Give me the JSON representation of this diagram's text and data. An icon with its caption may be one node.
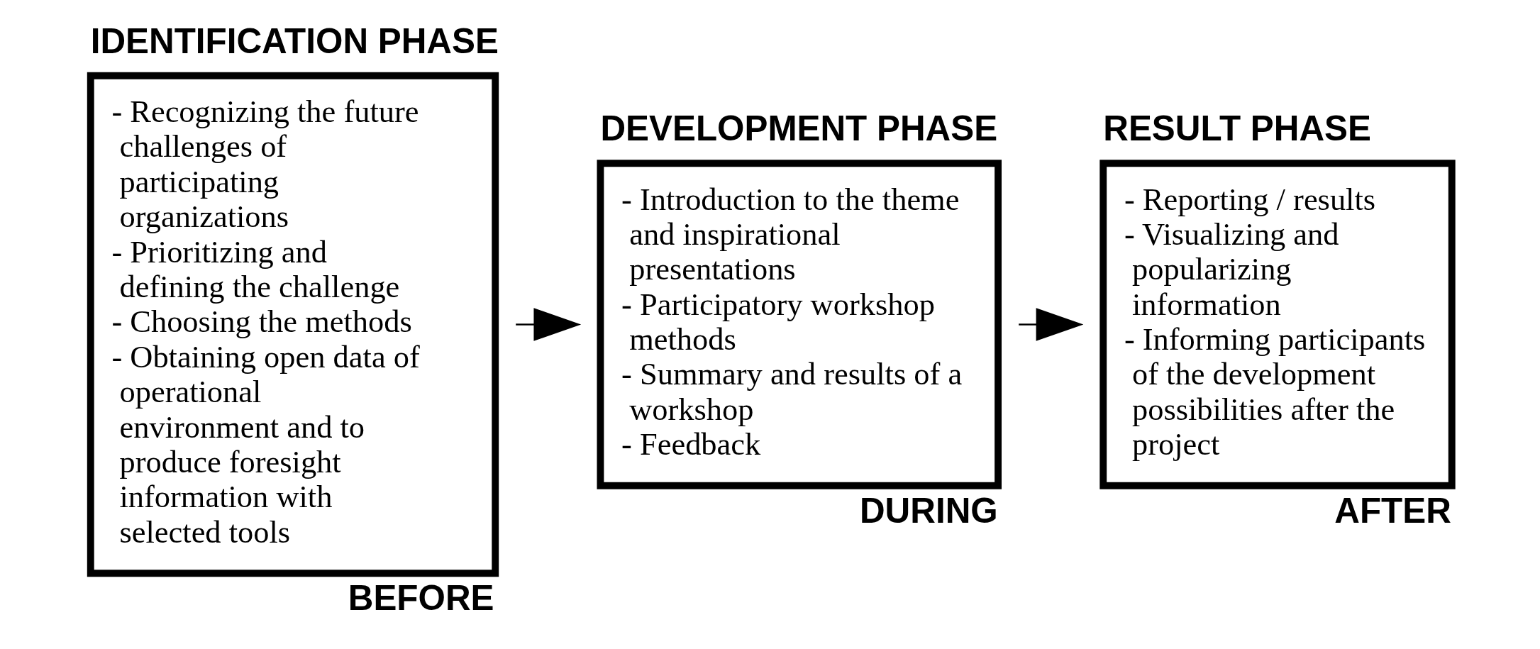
{
  "diagram": {
    "nodes": [
      {
        "text": [
          "IDENTIFICATION PHASE",
          "- Recognizing the future challenges of participating organizations",
          "- Prioritizing and defining the challenge",
          "- Choosing the methods",
          "- Obtaining open data of operational environment and to produce foresight information with selected tools"
        ],
        "beside": [
          "BEFORE"
        ]
      },
      {
        "text": [
          "DEVELOPMENT PHASE",
          "- Introduction to the theme and inspirational presentations",
          "- Participatory workshop methods",
          "- Summary and results of a workshop",
          "- Feedback"
        ],
        "beside": [
          "DURING"
        ]
      },
      {
        "text": [
          "RESULT PHASE",
          "- Reporting / results",
          "- Visualizing and popularizing information",
          "- Informing participants of the development possibilities after the project"
        ],
        "beside": [
          "AFTER"
        ]
      }
    ],
    "edges": [
      {
        "from": 0,
        "to": 1,
        "arrow": "to"
      },
      {
        "from": 1,
        "to": 2,
        "arrow": "to"
      }
    ]
  }
}
